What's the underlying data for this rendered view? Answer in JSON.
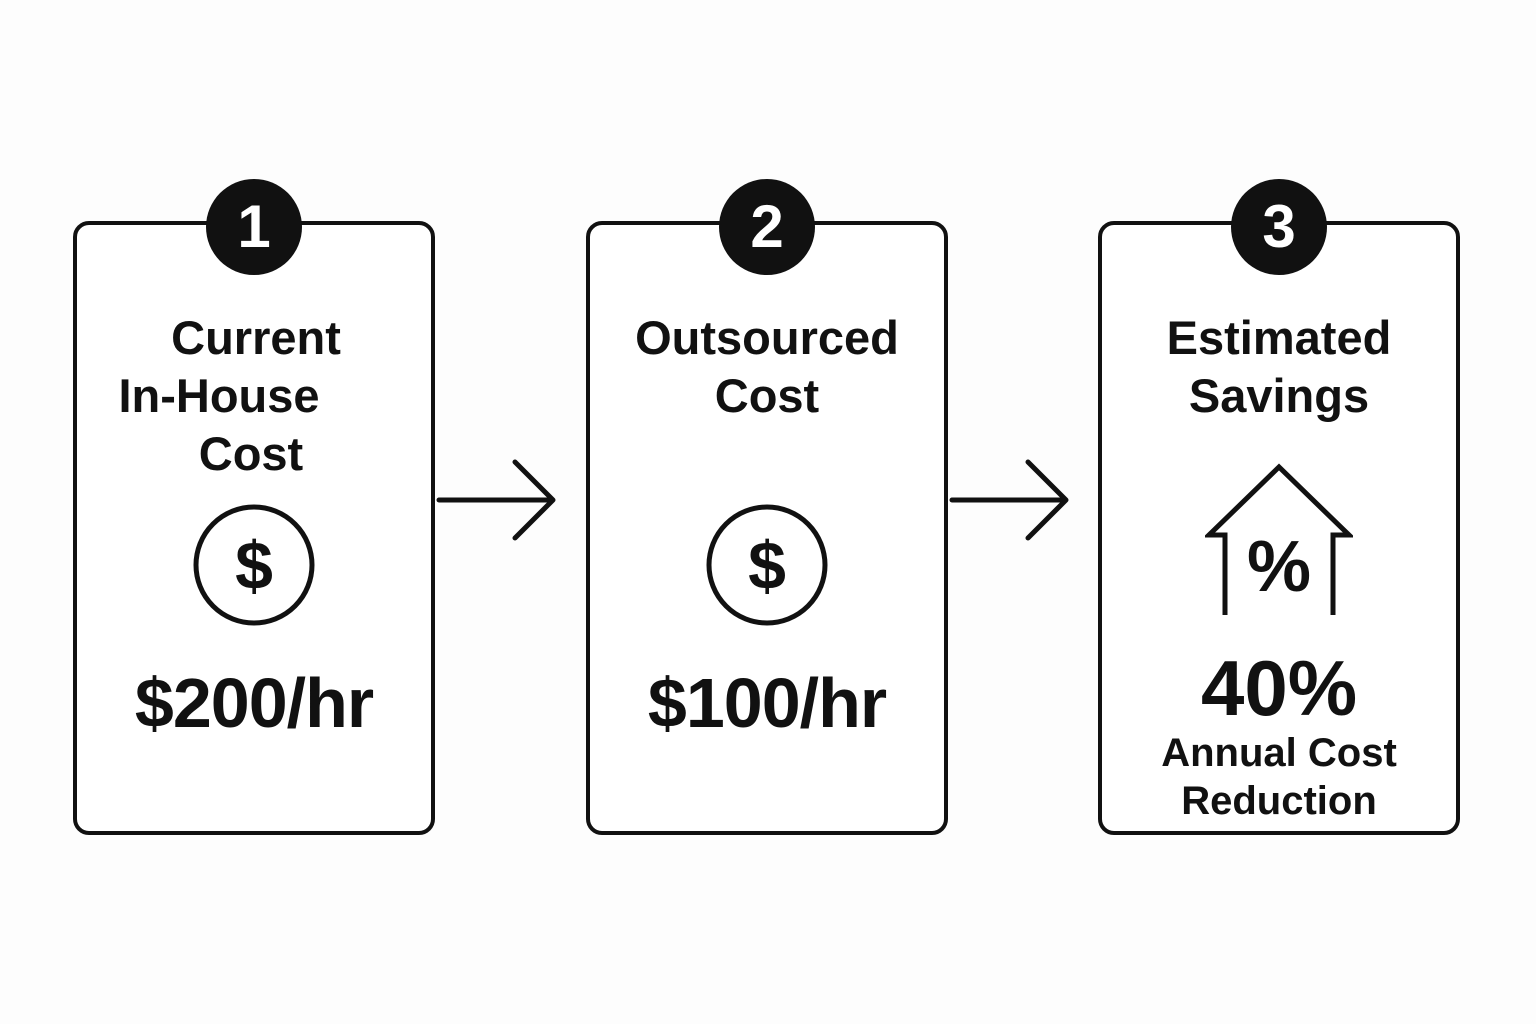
{
  "steps": [
    {
      "number": "1",
      "title_lines": [
        "Current",
        "In-House",
        "Cost"
      ],
      "icon": "dollar-circle-icon",
      "value": "$200",
      "unit": "/hr"
    },
    {
      "number": "2",
      "title_lines": [
        "Outsourced",
        "Cost"
      ],
      "icon": "dollar-circle-icon",
      "value": "$100",
      "unit": "/hr"
    },
    {
      "number": "3",
      "title_lines": [
        "Estimated",
        "Savings"
      ],
      "icon": "house-percent-icon",
      "value": "40%",
      "caption_lines": [
        "Annual Cost",
        "Reduction"
      ]
    }
  ],
  "connectors": [
    "arrow-right-icon",
    "arrow-right-icon"
  ],
  "colors": {
    "ink": "#111111",
    "background": "#fdfdfd",
    "card": "#ffffff"
  }
}
